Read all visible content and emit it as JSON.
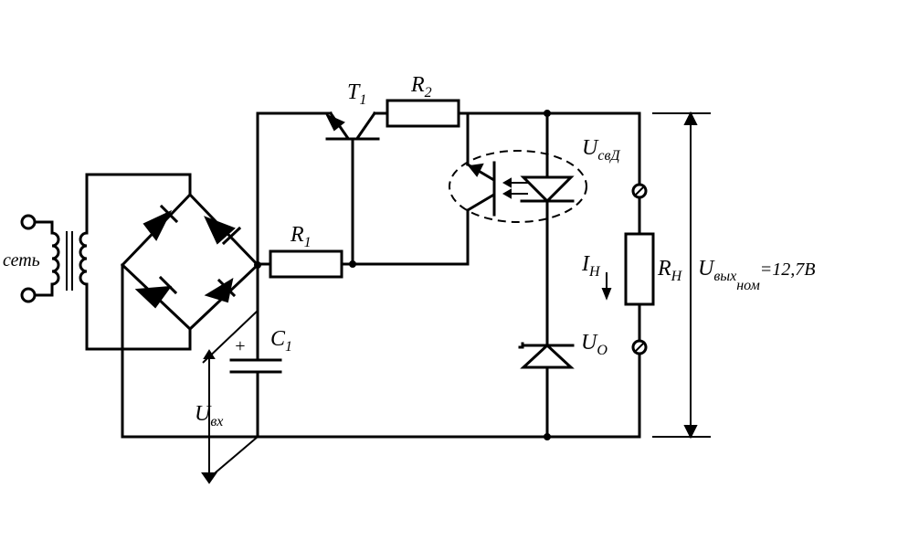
{
  "labels": {
    "mains": "сеть",
    "t1_main": "T",
    "t1_sub": "1",
    "r2_main": "R",
    "r2_sub": "2",
    "r1_main": "R",
    "r1_sub": "1",
    "c1_main": "C",
    "c1_sub": "1",
    "plus": "+",
    "uin_main": "U",
    "uin_sub": "вх",
    "uled_main": "U",
    "uled_sub": "свД",
    "iload_main": "I",
    "iload_sub": "Н",
    "rload_main": "R",
    "rload_sub": "Н",
    "u0_main": "U",
    "u0_sub": "О",
    "uout_main": "U",
    "uout_sub": "вых",
    "uout_subsub": "ном",
    "uout_value": "=12,7В"
  }
}
